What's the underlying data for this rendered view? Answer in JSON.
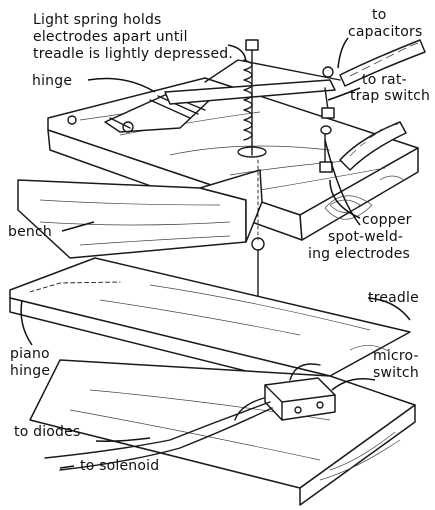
{
  "labels": {
    "spring_note_line1": "Light spring holds",
    "spring_note_line2": "electrodes apart until",
    "spring_note_line3": "treadle is lightly depressed.",
    "to_capacitors_line1": "to",
    "to_capacitors_line2": "capacitors",
    "hinge": "hinge",
    "to_rat_trap_line1": "to rat-",
    "to_rat_trap_line2": "trap switch",
    "bench": "bench",
    "electrodes_line1": "copper",
    "electrodes_line2": "spot-weld-",
    "electrodes_line3": "ing electrodes",
    "treadle": "treadle",
    "piano_hinge_line1": "piano",
    "piano_hinge_line2": "hinge",
    "microswitch_line1": "micro-",
    "microswitch_line2": "switch",
    "to_diodes": "to diodes",
    "to_solenoid": "to solenoid"
  },
  "colors": {
    "ink": "#1a1a1a",
    "paper": "#ffffff"
  }
}
